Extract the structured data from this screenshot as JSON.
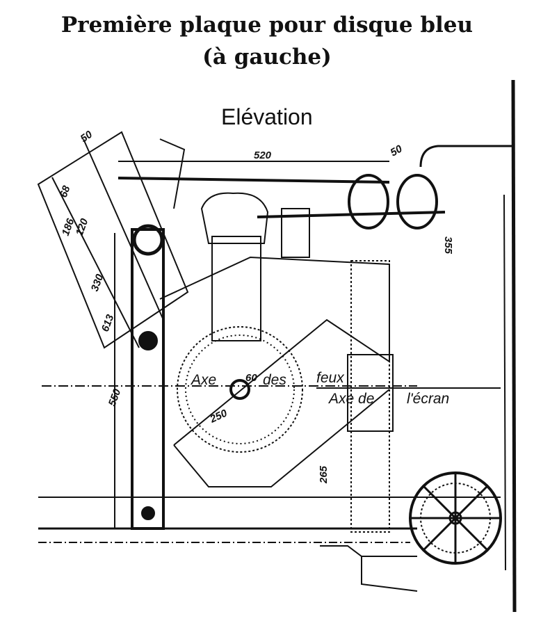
{
  "title": {
    "line1": "Première plaque pour disque bleu",
    "line2": "(à gauche)"
  },
  "view_label": "Elévation",
  "dimensions": {
    "top_width": "520",
    "top_left_50": "50",
    "top_right_50": "50",
    "d68": "68",
    "d120": "120",
    "d186": "186",
    "d330": "330",
    "d613": "613",
    "d550": "550",
    "d250": "250",
    "d265": "265",
    "d355": "355",
    "d60": "60"
  },
  "annotations": {
    "axe": "Axe",
    "des": "des",
    "feux": "feux",
    "axe_de": "Axe de",
    "ecran": "l'écran"
  }
}
